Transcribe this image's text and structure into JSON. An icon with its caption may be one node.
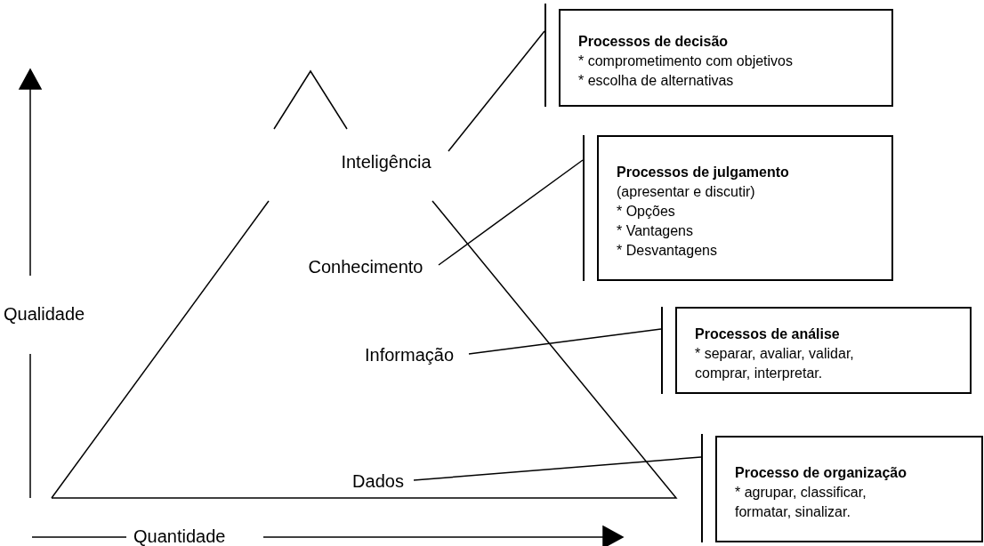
{
  "diagram": {
    "nodes": [
      {
        "text": [
          "Inteligência"
        ]
      },
      {
        "text": [
          "Conhecimento"
        ]
      },
      {
        "text": [
          "Informação"
        ]
      },
      {
        "text": [
          "Dados"
        ]
      },
      {
        "text": [
          "Processos de decisão",
          "* comprometimento com objetivos",
          "* escolha de alternativas"
        ]
      },
      {
        "text": [
          "Processos de julgamento",
          "(apresentar e discutir)",
          "* Opções",
          "* Vantagens",
          "* Desvantagens"
        ]
      },
      {
        "text": [
          "Processos de análise",
          "* separar, avaliar, validar,",
          "comprar, interpretar."
        ]
      },
      {
        "text": [
          "Processo de organização",
          "* agrupar, classificar,",
          "formatar, sinalizar."
        ]
      }
    ],
    "edges": [
      {
        "from": 0,
        "to": 4,
        "arrow": "none"
      },
      {
        "from": 1,
        "to": 5,
        "arrow": "none"
      },
      {
        "from": 2,
        "to": 6,
        "arrow": "none"
      },
      {
        "from": 3,
        "to": 7,
        "arrow": "none"
      }
    ],
    "labels": [
      "Qualidade",
      "Quantidade"
    ]
  }
}
